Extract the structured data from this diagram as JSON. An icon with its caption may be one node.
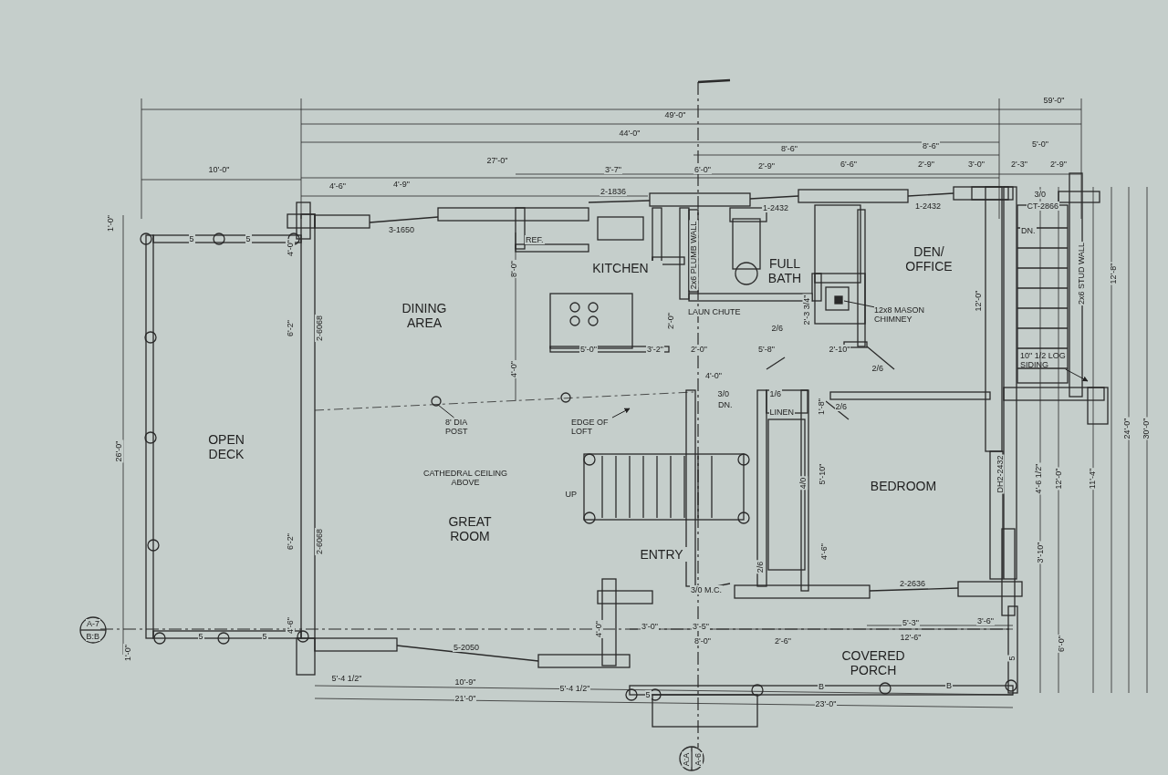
{
  "diagram": {
    "nodes": [
      {
        "text": [
          "8' DIA POST"
        ]
      },
      {
        "text": [
          "EDGE OF LOFT"
        ]
      },
      {
        "text": [
          "12x8 MASON CHIMNEY"
        ]
      },
      {
        "text": [
          "10\" 1/2 LOG SIDING"
        ]
      }
    ],
    "edges": [
      {
        "from": 0,
        "to": null,
        "arrow": "none"
      },
      {
        "from": 1,
        "to": null,
        "arrow": "to"
      },
      {
        "from": 2,
        "to": null,
        "arrow": "none"
      },
      {
        "from": 3,
        "to": null,
        "arrow": "to"
      }
    ],
    "labels": [
      "59'-0\"",
      "49'-0\"",
      "44'-0\"",
      "27'-0\"",
      "10'-0\"",
      "3'-7\"",
      "6'-0\"",
      "8'-6\"",
      "8'-6\"",
      "5'-0\"",
      "4'-6\"",
      "4'-9\"",
      "2'-9\"",
      "6'-6\"",
      "2'-9\"",
      "3'-0\"",
      "2'-3\"",
      "2'-9\"",
      "2-1836",
      "1-2432",
      "1-2432",
      "3/0",
      "CT-2866",
      "1'-0\"",
      "5",
      "5",
      "3-1650",
      "REF.",
      "DN.",
      "4'-0\"",
      "8'-0\"",
      "KITCHEN",
      "2x6 PLUMB WALL",
      "FULL BATH",
      "DEN/ OFFICE",
      "12'-0\"",
      "2x6 STUD WALL",
      "12'-8\"",
      "24'-0\"",
      "30'-0\"",
      "DINING AREA",
      "6'-2\"",
      "2-6068",
      "LAUN CHUTE",
      "2'-0\"",
      "2/6",
      "2'-3 3/4\"",
      "4'-0\"",
      "5'-0\"",
      "3'-2\"",
      "2'-0\"",
      "5'-8\"",
      "2'-10\"",
      "2/6",
      "4'-0\"",
      "3/0",
      "DN.",
      "1/6",
      "LINEN",
      "1'-8\"",
      "2/6",
      "26'-0\"",
      "OPEN DECK",
      "CATHEDRAL CEILING ABOVE",
      "UP",
      "5'-10\"",
      "4/0",
      "BEDROOM",
      "DH2-2432",
      "4'-6 1/2\"",
      "12'-0\"",
      "11'-4\"",
      "GREAT ROOM",
      "6'-2\"",
      "2-6068",
      "ENTRY",
      "2/6",
      "4'-6\"",
      "3/0 M.C.",
      "2-2636",
      "3'-10\"",
      "A-7",
      "B:B",
      "4'-6\"",
      "5",
      "5",
      "1'-0\"",
      "5-2050",
      "4'-0\"",
      "3'-0\"",
      "3'-5\"",
      "8'-0\"",
      "2'-6\"",
      "5'-3\"",
      "3'-6\"",
      "12'-6\"",
      "6'-0\"",
      "5",
      "COVERED PORCH",
      "5'-4 1/2\"",
      "10'-9\"",
      "5'-4 1/2\"",
      "21'-0\"",
      "5",
      "B",
      "B",
      "23'-0\"",
      "A:A",
      "A-6"
    ]
  }
}
